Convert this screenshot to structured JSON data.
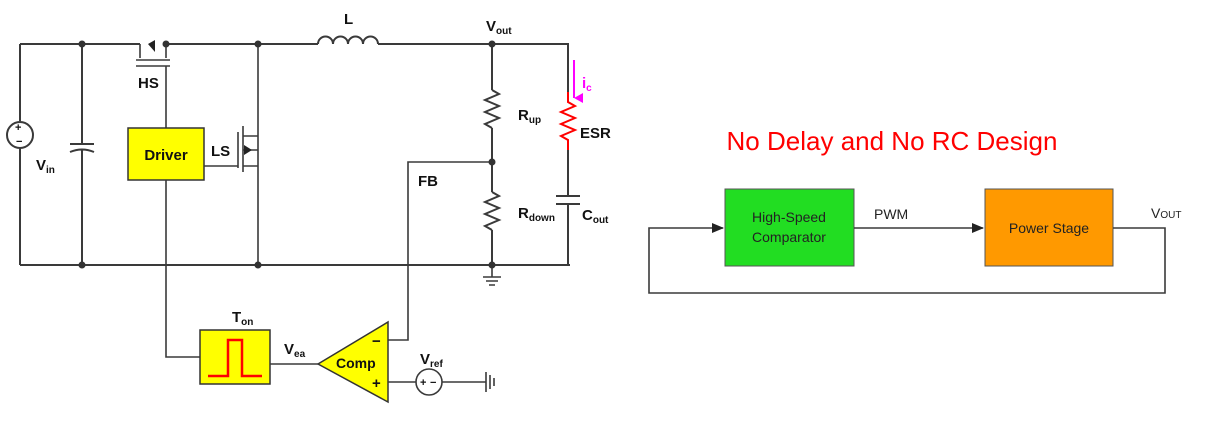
{
  "colors": {
    "wire": "#3a3a3a",
    "driver_fill": "#ffff00",
    "comparator_fill": "#22dd22",
    "power_stage_fill": "#ff9900",
    "title_color": "#ff0000",
    "esr_color": "#ff0000",
    "ic_color": "#ff00ff",
    "pulse_color": "#ff0000"
  },
  "circuit": {
    "inductor": "L",
    "vout": {
      "main": "V",
      "sub": "out"
    },
    "vin": {
      "main": "V",
      "sub": "in"
    },
    "hs": "HS",
    "ls": "LS",
    "driver": "Driver",
    "rup": {
      "main": "R",
      "sub": "up"
    },
    "rdown": {
      "main": "R",
      "sub": "down"
    },
    "esr": "ESR",
    "ic": {
      "main": "i",
      "sub": "c"
    },
    "cout": {
      "main": "C",
      "sub": "out"
    },
    "fb": "FB",
    "ton": {
      "main": "T",
      "sub": "on"
    },
    "vea": {
      "main": "V",
      "sub": "ea"
    },
    "comp": "Comp",
    "comp_minus": "−",
    "comp_plus": "+",
    "vref": {
      "main": "V",
      "sub": "ref"
    }
  },
  "block_diagram": {
    "title": "No Delay and No RC Design",
    "comparator_line1": "High-Speed",
    "comparator_line2": "Comparator",
    "pwm": "PWM",
    "power_stage": "Power Stage",
    "vout": {
      "main": "V",
      "sub": "OUT"
    }
  }
}
